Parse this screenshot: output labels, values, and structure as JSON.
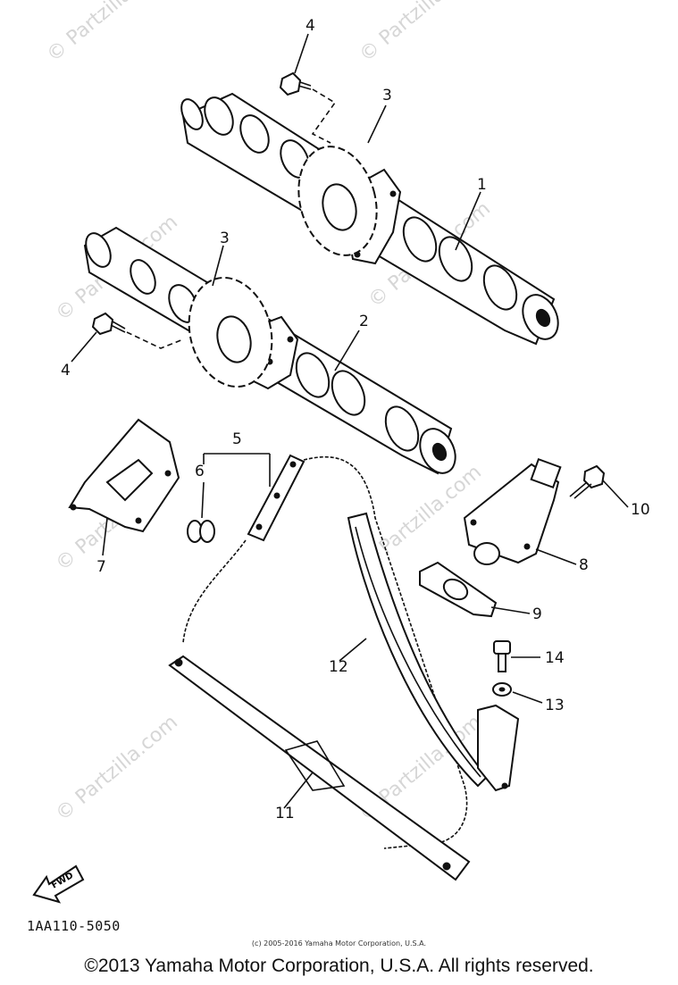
{
  "diagram": {
    "watermark": "© Partzilla.com",
    "callouts": [
      "1",
      "2",
      "3",
      "3",
      "4",
      "4",
      "5",
      "6",
      "7",
      "8",
      "9",
      "10",
      "11",
      "12",
      "13",
      "14"
    ],
    "fwd_label": "FWD",
    "diagram_code": "1AA110-5050",
    "small_copyright": "(c) 2005-2016 Yamaha Motor Corporation, U.S.A.",
    "copyright": "©2013 Yamaha Motor Corporation, U.S.A. All rights reserved."
  }
}
